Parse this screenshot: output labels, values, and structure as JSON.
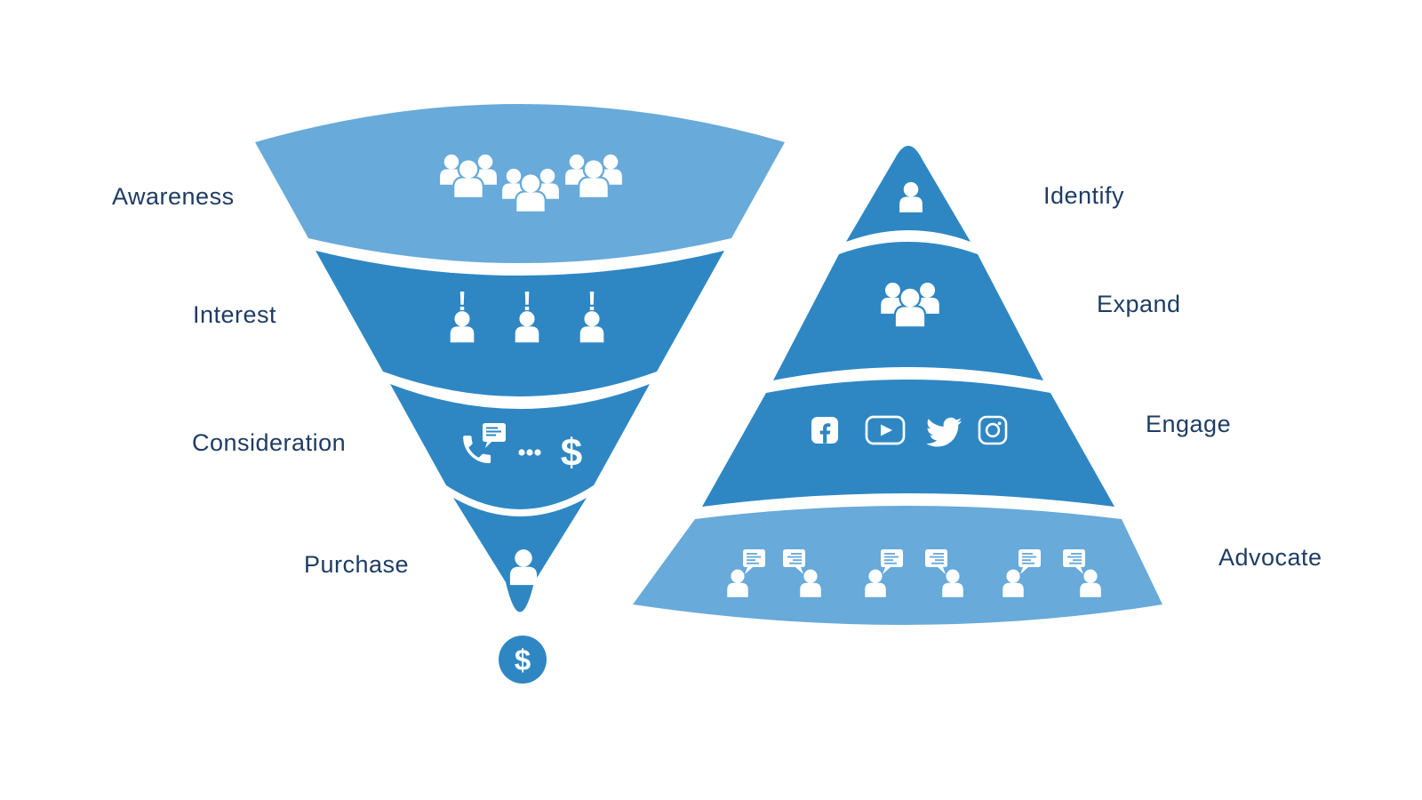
{
  "colors": {
    "light_blue": "#68aad9",
    "dark_blue": "#2e87c3",
    "label_navy": "#1e3c63",
    "background": "#ffffff",
    "icon_white": "#ffffff"
  },
  "funnel": {
    "stages": [
      {
        "label": "Awareness",
        "icon": "people-groups-icon",
        "tone": "light"
      },
      {
        "label": "Interest",
        "icon": "person-exclamation-icon",
        "tone": "dark"
      },
      {
        "label": "Consideration",
        "icon": "phone-ellipsis-dollar-icon",
        "tone": "dark"
      },
      {
        "label": "Purchase",
        "icon": "person-icon",
        "tone": "dark"
      }
    ],
    "outlet": {
      "icon": "dollar-coin-icon",
      "symbol": "$"
    }
  },
  "pyramid": {
    "stages": [
      {
        "label": "Identify",
        "icon": "person-icon",
        "tone": "dark"
      },
      {
        "label": "Expand",
        "icon": "people-group-icon",
        "tone": "dark"
      },
      {
        "label": "Engage",
        "icons": [
          "facebook-icon",
          "youtube-icon",
          "twitter-icon",
          "instagram-icon"
        ],
        "tone": "dark"
      },
      {
        "label": "Advocate",
        "icon": "people-speech-bubbles-icon",
        "tone": "light"
      }
    ]
  },
  "glyphs": {
    "exclamation": "!",
    "dollar": "$"
  }
}
